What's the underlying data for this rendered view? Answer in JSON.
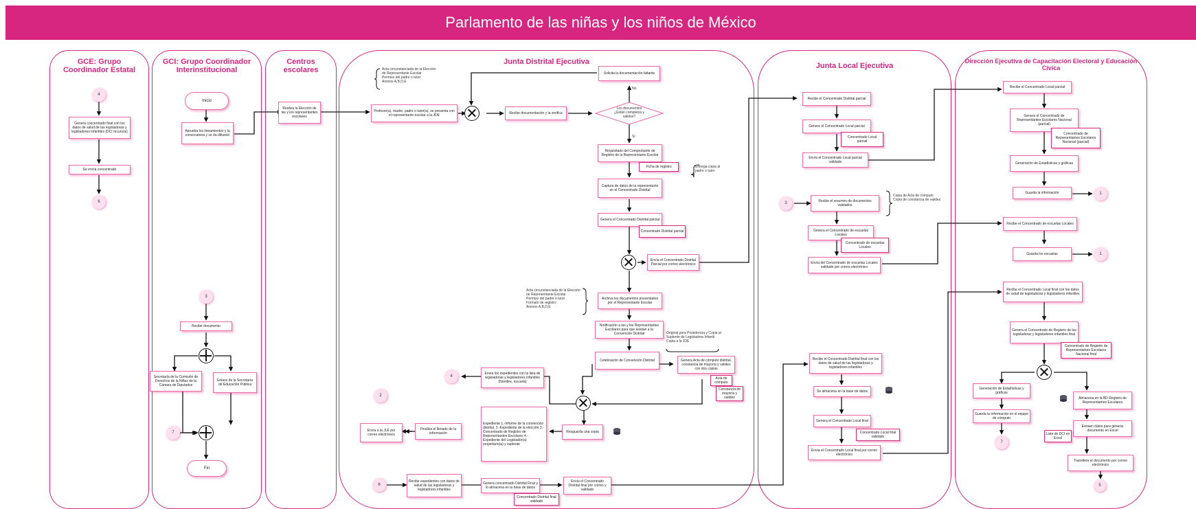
{
  "title": "Parlamento de las niñas y los niños de México",
  "colors": {
    "accent": "#d6267f",
    "lane_border": "#d6267f",
    "connector": "#111111"
  },
  "lanes": {
    "gce": "GCE: Grupo Coordinador Estatal",
    "gci": "GCI: Grupo Coordinador Interinstitucional",
    "centros": "Centros escolares",
    "jde": "Junta Distrital Ejecutiva",
    "jle": "Junta Local Ejecutiva",
    "deceyec": "Dirección Ejecutiva de Capacitación Electoral y Educación Cívica"
  },
  "gce": {
    "c4": "4",
    "genera": "Genera concentrado final con los datos de salud de las legisladoras y legisladores infantiles (DCI recursos)",
    "envia": "Se envía concentrado",
    "c6": "6"
  },
  "gci": {
    "inicio": "Inicio",
    "aprueba": "Aprueba los lineamientos y la convocatoria y se da difusión",
    "c3": "3",
    "recibe": "Recibe documento",
    "secretaria_camara": "Secretaría de la Comisión de Derechos de la Niñez de la Cámara de Diputados",
    "enlace_sep": "Enlace de la Secretaría de Educación Pública",
    "c7": "7",
    "fin": "Fin"
  },
  "centros": {
    "realiza": "Realiza la Elección de las y los representantes escolares"
  },
  "jde": {
    "brace_top": [
      "Acta circunstanciada de la Elección de Representante Escolar",
      "Permiso del padre o tutor",
      "Anexos A,B,D,E"
    ],
    "profesor": "Profesor(a), madre, padre o tutor(a), se presenta con el representante escolar a la JDE",
    "recibe_doc": "Recibe documentación y la verifica",
    "solicita": "Solicita la documentación faltante",
    "decision": "Los documentos ¿Están completos y válidos?",
    "no": "No",
    "si": "Sí",
    "requisitado": "Requisitado del Comprobante de Registro de la Representante Escolar",
    "ficha": "Ficha de registro",
    "entrega": "Entrega copia al padre o tutor",
    "captura": "Captura de datos de la representante en el Concentrado Distrital",
    "genera_parcial": "Genera el Concentrado Distrital parcial",
    "conc_parcial": "Concentrado Distrital parcial",
    "envia_parcial": "Envía el Concentrado Distrital Parcial por correo electrónico",
    "brace_mid": [
      "Acta circunstanciada de la Elección de Representante Escolar",
      "Permiso del padre o tutor",
      "Formato de registro",
      "Anexos A,B,D,E"
    ],
    "archiva": "Archiva los documentos presentados por el Representante Escolar",
    "notifica": "Notificación a las y los Representantes Escolares para que asistan a la Convención Distrital",
    "celebracion": "Celebración de Convención Distrital",
    "brace_bottom": [
      "Original para Presidencia y Copia al Suplente de Legisladora Infantil",
      "Copia a la JDE"
    ],
    "genera_acta": "Genera Acta de cómputo distrital, constancia de mayoría y validez con dos copias",
    "acta_computo": "Acta de cómputo",
    "constancia": "Constancia de mayoría y validez",
    "c4": "4",
    "envia_expedientes": "Envía los expedientes con la lista de legisladoras y legisladores infantiles (Nombre, escuela)",
    "resguarda": "Resguarda una copia",
    "expediente": "Expediente 1.-Informe de la convención distrital. 2.-Expediente de la elección 3.-Concentrado de Registro de Representantes Escolares 4.-Expediente del Legislador(a) propietario(a) y suplente",
    "finaliza": "Finaliza el llenado de la información",
    "envia_jle": "Envía a la JLE por correo electrónico",
    "c2": "2",
    "c6": "6",
    "recibe_expedientes": "Recibe expedientes con datos de salud de las legisladoras y legisladores infantiles",
    "genera_final": "Genera concentrado Distrital Final y lo almacena en la base de datos",
    "conc_final": "Concentrado Distrital final validado",
    "envia_final": "Envía el Concentrado Distrital final por correo y validado"
  },
  "jle": {
    "recibe_parcial": "Recibe el Concentrado Distrital parcial",
    "genera_local": "Genera el Concentrado Local parcial",
    "conc_local": "Concentrado Local parcial",
    "envia_local": "Envía el Concentrado Local parcial validado",
    "c3": "3",
    "recibe_resumen": "Recibe el resumen de documentos validados",
    "brace": [
      "Copia de Acta de cómputo",
      "Copia de constancia de validez"
    ],
    "genera_escuelas": "Genera el Concentrado de escuelas Locales",
    "conc_escuelas": "Concentrado de escuelas Locales",
    "envia_escuelas": "Envía del Concentrado de escuelas Locales validado por correo electrónico",
    "recibe_final": "Recibe el Concentrado Distrital final con los datos de salud de las legisladoras y legisladores infantiles",
    "almacena": "Se almacena en la base de datos",
    "genera_local_final": "Genera el Concentrado Local final",
    "conc_local_final": "Concentrado Local final validado",
    "envia_local_final": "Envía el Concentrado Local final por correo electrónico"
  },
  "dec": {
    "recibe_local_parcial": "Recibe el Concentrado Local parcial",
    "genera_rep": "Genera el Concentrado de Representantes Escolares Nacional (parcial)",
    "conc_rep": "Concentrado de Representantes Escolares Nacional (parcial)",
    "estadisticas": "Generación de Estadísticas y gráficas",
    "guarda": "Guarda la información",
    "c1a": "1",
    "recibe_escuelas": "Recibe el Concentrado de escuelas Locales",
    "guarda_escuelas": "Guarda los escuelas",
    "c1b": "1",
    "recibe_local_final": "Recibe el Concentrado Local final con los datos de salud de legisladoras y legisladores infantiles",
    "genera_registro": "Genera el Concentrado de Registro de las legisladoras y legisladores infantiles final",
    "conc_registro": "Concentrado de Registro de Representantes Escolares Nacional final",
    "estadisticas2": "Generación de Estadísticas y gráficas",
    "guarda_equipo": "Guarda la información en el equipo de cómputo",
    "c7": "7",
    "almacena_bd": "Almacena en la BD Registro de Representantes Escolares",
    "extrae": "Extraen datos para generar documento en Excel",
    "lista": "Lista de DCI en Excel",
    "transfiere": "Transfiere el documento por correo electrónico",
    "c5": "5"
  }
}
